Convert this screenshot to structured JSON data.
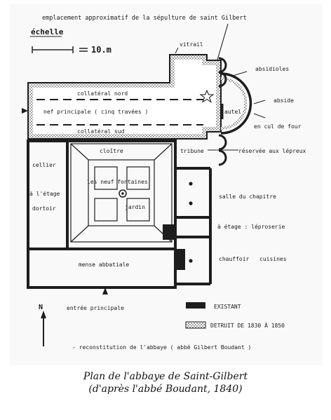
{
  "header": {
    "note": "emplacement approximatif de la sépulture de saint Gilbert",
    "scale_word": "échelle",
    "scale_value": "10.m",
    "north": "N"
  },
  "labels": {
    "vitrail": "vitrail",
    "absidioles": "absidioles",
    "abside": "abside",
    "cul_de_four": "en cul de four",
    "autel": "autel",
    "collateral_nord": "collatéral nord",
    "nef": "nef principale ( cinq travées )",
    "collateral_sud": "collatéral sud",
    "cloitre": "cloître",
    "tribune": "tribune",
    "lepreux": "réservée aux lépreux",
    "cellier": "cellier",
    "etage": "à l'étage",
    "dortoir": "dortoir",
    "fontaines": "les neuf fontaines",
    "jardin": "jardin",
    "chapitre": "salle du chapitre",
    "leproserie": "à étage : léproserie",
    "chauffoir": "chauffoir",
    "cuisines": "cuisines",
    "mense": "mense abbatiale",
    "entree": "entrée principale"
  },
  "legend": {
    "existant": "EXISTANT",
    "detruit": "DETRUIT DE 1830 À 1850",
    "reconstitution": "- reconstitution de l'abbaye ( abbé Gilbert Boudant )"
  },
  "caption": {
    "line1": "Plan de l'abbaye de Saint-Gilbert",
    "line2": "(d'après l'abbé Boudant, 1840)"
  },
  "colors": {
    "wall": "#1d1d1d",
    "paper": "#f9f9f9",
    "page": "#ffffff"
  }
}
